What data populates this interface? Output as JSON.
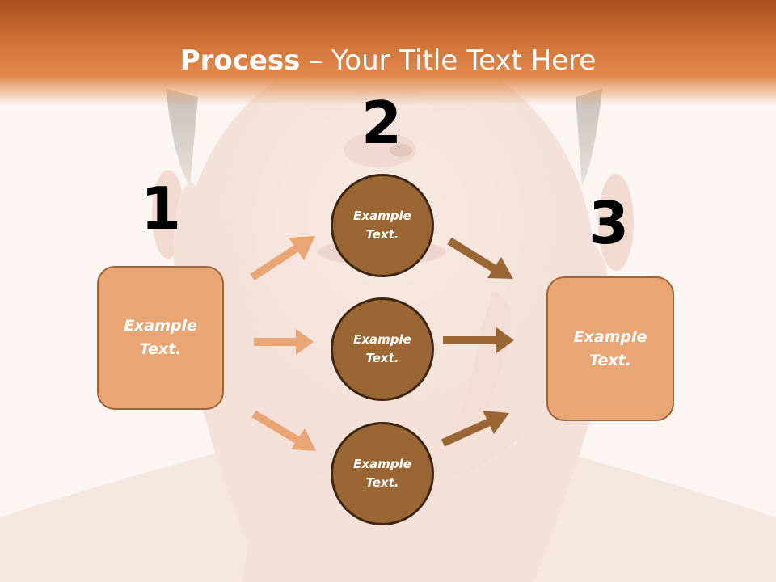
{
  "slide": {
    "title_bold": "Process",
    "title_rest": " – Your Title Text Here",
    "numbers": [
      "1",
      "2",
      "3"
    ],
    "left_box": {
      "text": "Example Text."
    },
    "circles": [
      {
        "text": "Example Text."
      },
      {
        "text": "Example Text."
      },
      {
        "text": "Example Text."
      }
    ],
    "right_box": {
      "text": "Example Text."
    }
  },
  "colors": {
    "title_band": "#cf7237",
    "box_fill": "#e9a674",
    "box_border": "#9c653c",
    "circle_fill": "#9a6633",
    "circle_border": "#3d2612",
    "arrow_light": "#e9a674",
    "arrow_dark": "#9a6633"
  }
}
